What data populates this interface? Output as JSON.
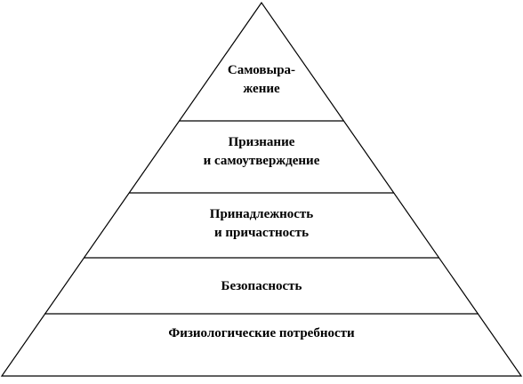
{
  "diagram": {
    "type": "pyramid",
    "stroke_color": "#000000",
    "background_color": "#ffffff",
    "levels": [
      {
        "lines": [
          "Самовыра-",
          "жение"
        ]
      },
      {
        "lines": [
          "Признание",
          "и самоутверждение"
        ]
      },
      {
        "lines": [
          "Принадлежность",
          "и причастность"
        ]
      },
      {
        "lines": [
          "Безопасность"
        ]
      },
      {
        "lines": [
          "Физиологические потребности"
        ]
      }
    ]
  }
}
